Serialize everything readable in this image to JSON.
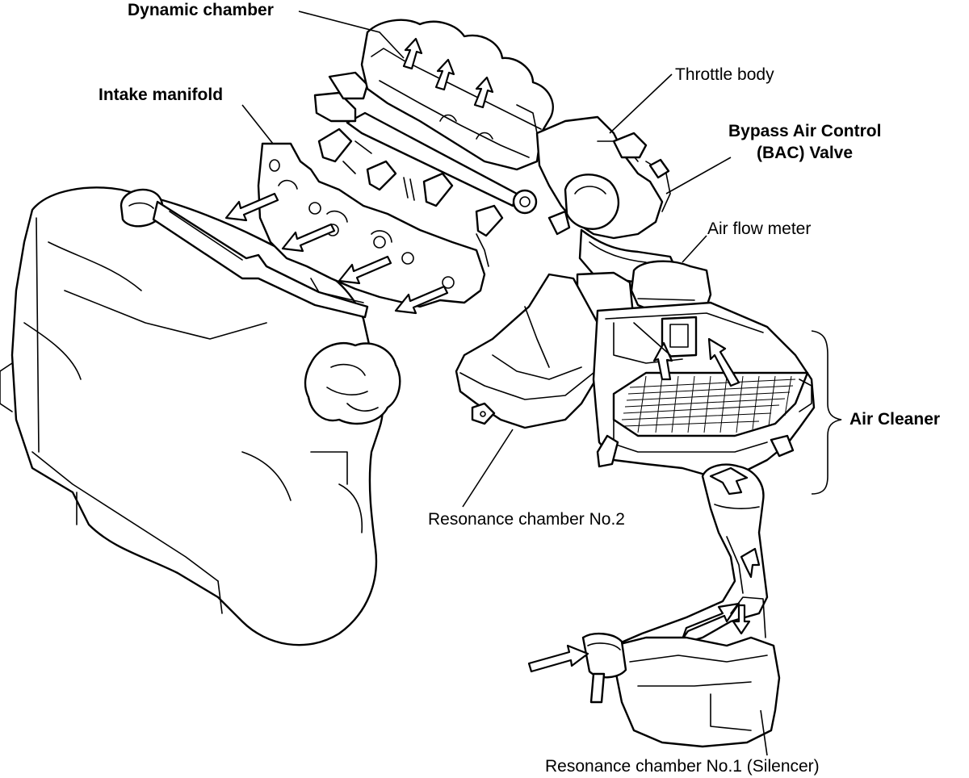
{
  "labels": {
    "dynamic_chamber": "Dynamic chamber",
    "throttle_body": "Throttle body",
    "intake_manifold": "Intake manifold",
    "bac_valve_line1": "Bypass Air Control",
    "bac_valve_line2": "(BAC) Valve",
    "air_flow_meter": "Air flow meter",
    "air_cleaner": "Air Cleaner",
    "resonance_chamber_2": "Resonance chamber No.2",
    "resonance_chamber_1": "Resonance chamber No.1 (Silencer)"
  }
}
